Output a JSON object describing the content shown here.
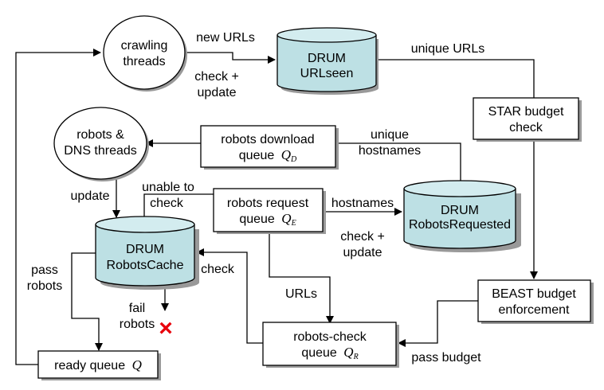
{
  "diagram": {
    "nodes": {
      "crawling_threads": {
        "line1": "crawling",
        "line2": "threads"
      },
      "drum_urlseen": {
        "line1": "DRUM",
        "line2": "URLseen"
      },
      "star_budget": {
        "line1": "STAR budget",
        "line2": "check"
      },
      "robots_dns_threads": {
        "line1": "robots &",
        "line2": "DNS threads"
      },
      "robots_download_queue": {
        "line1": "robots download",
        "line2": "queue",
        "symbol": "Q",
        "subscript": "D"
      },
      "robots_request_queue": {
        "line1": "robots request",
        "line2": "queue",
        "symbol": "Q",
        "subscript": "E"
      },
      "drum_robots_requested": {
        "line1": "DRUM",
        "line2": "RobotsRequested"
      },
      "drum_robots_cache": {
        "line1": "DRUM",
        "line2": "RobotsCache"
      },
      "beast_budget": {
        "line1": "BEAST budget",
        "line2": "enforcement"
      },
      "robots_check_queue": {
        "line1": "robots-check",
        "line2": "queue",
        "symbol": "Q",
        "subscript": "R"
      },
      "ready_queue": {
        "line1": "ready queue",
        "symbol": "Q"
      }
    },
    "edge_labels": {
      "new_urls": "new URLs",
      "check_update_1": {
        "line1": "check +",
        "line2": "update"
      },
      "unique_urls": "unique URLs",
      "unique_hostnames": {
        "line1": "unique",
        "line2": "hostnames"
      },
      "update": "update",
      "unable_to_check": {
        "line1": "unable to",
        "line2": "check"
      },
      "hostnames": "hostnames",
      "check_update_2": {
        "line1": "check +",
        "line2": "update"
      },
      "pass_robots": {
        "line1": "pass",
        "line2": "robots"
      },
      "check": "check",
      "fail_robots": {
        "line1": "fail",
        "line2": "robots"
      },
      "urls": "URLs",
      "pass_budget": "pass budget"
    },
    "colors": {
      "drum_fill": "#bde0e4",
      "reject_mark": "#e8000b"
    },
    "reject_mark": "×"
  }
}
